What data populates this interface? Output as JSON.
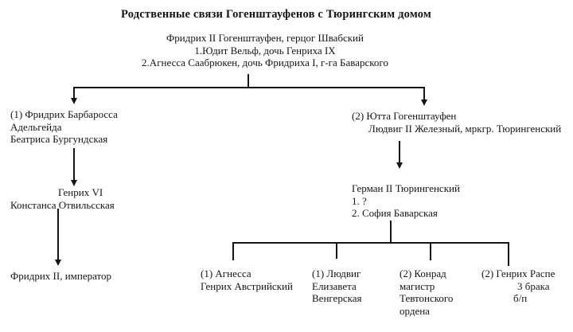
{
  "title": "Родственные связи Гогенштауфенов с Тюрингским домом",
  "colors": {
    "line": "#151515",
    "text": "#151515",
    "background": "#ffffff"
  },
  "tree": {
    "root": {
      "lines": [
        "Фридрих II Гогенштауфен, герцог Швабский",
        "1.Юдит Вельф, дочь Генриха IX",
        "2.Агнесса Саабрюкен, дочь Фридриха I, г-га Баварского"
      ]
    },
    "left": {
      "gen2": {
        "lines": [
          "(1) Фридрих Барбаросса",
          "Адельгейда",
          "Беатриса Бургундская"
        ]
      },
      "gen3": {
        "lines": [
          "Генрих VI",
          "Констанса Отвильсская"
        ]
      },
      "gen4": {
        "lines": [
          "Фридрих II, император"
        ]
      }
    },
    "right": {
      "gen2": {
        "lines": [
          "(2) Ютта Гогенштауфен",
          "Людвиг II Железный, мркгр. Тюрингенский"
        ]
      },
      "gen3": {
        "lines": [
          "Герман II Тюрингенский",
          "1. ?",
          "2. София Баварская"
        ]
      }
    },
    "children": [
      {
        "lines": [
          "(1) Агнесса",
          "Генрих Австрийский"
        ]
      },
      {
        "lines": [
          "(1) Людвиг",
          "Елизавета",
          "Венгерская"
        ]
      },
      {
        "lines": [
          "(2) Конрад",
          "магистр",
          "Тевтонского",
          "ордена"
        ]
      },
      {
        "lines": [
          "(2) Генрих Распе",
          "3 брака",
          "б/п"
        ]
      }
    ]
  }
}
